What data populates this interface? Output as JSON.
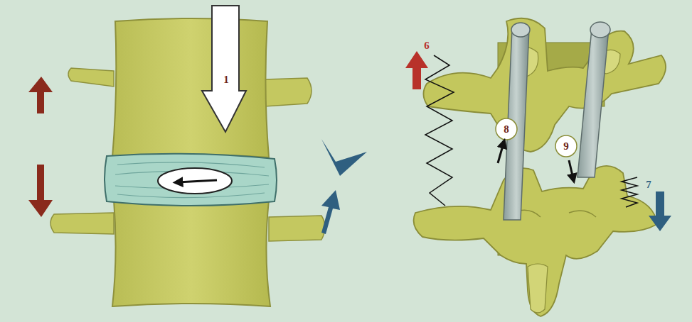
{
  "diagram": {
    "labels": [
      "1",
      "6",
      "8",
      "9",
      "7"
    ]
  }
}
